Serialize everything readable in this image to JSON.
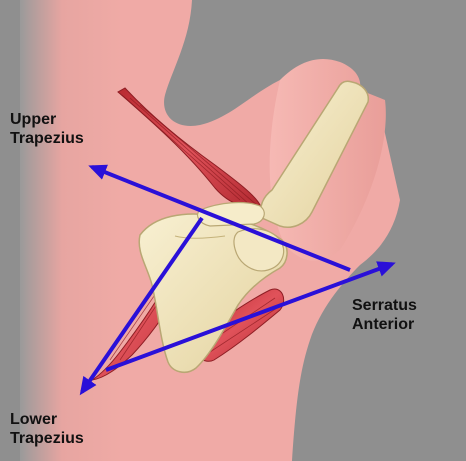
{
  "labels": {
    "upper_trapezius": {
      "line1": "Upper",
      "line2": "Trapezius"
    },
    "lower_trapezius": {
      "line1": "Lower",
      "line2": "Trapezius"
    },
    "serratus_anterior": {
      "line1": "Serratus",
      "line2": "Anterior"
    }
  },
  "colors": {
    "background": "#8f8f8f",
    "skin": "#f0aaa6",
    "muscle": "#c8323a",
    "bone": "#efe3b8",
    "arrow": "#2a10d8"
  }
}
